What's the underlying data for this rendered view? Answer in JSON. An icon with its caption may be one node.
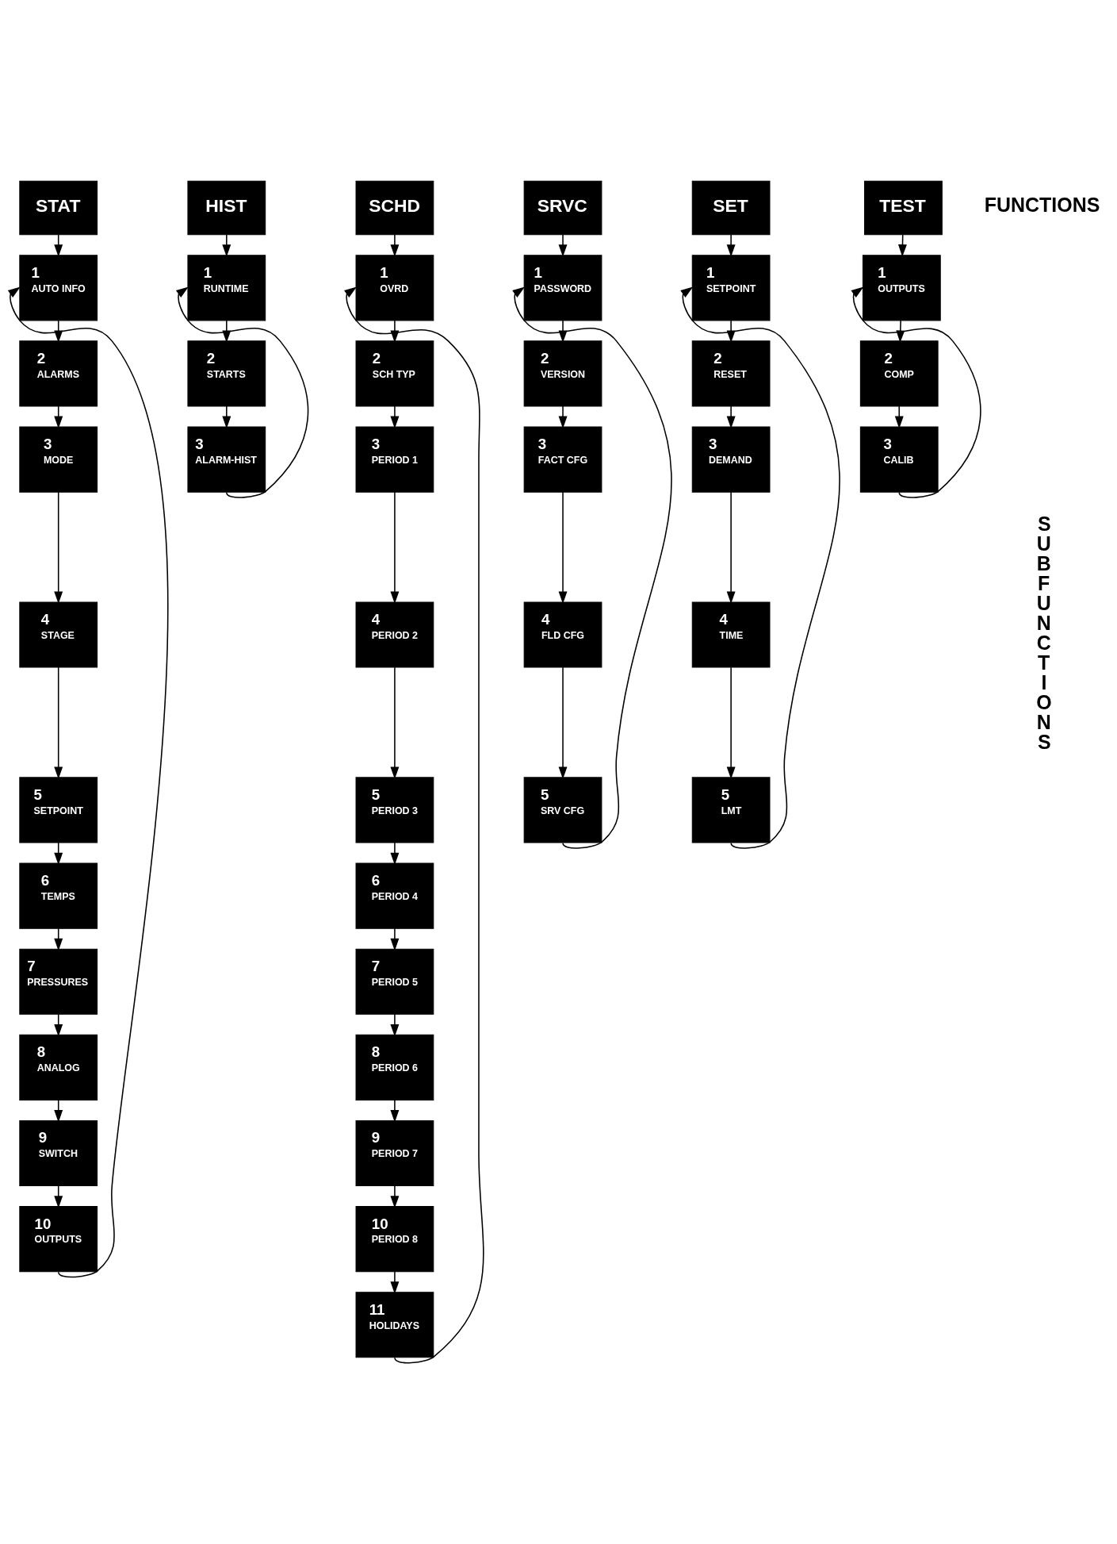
{
  "diagram": {
    "nodes": [
      {
        "text": [
          "STAT"
        ]
      },
      {
        "text": [
          "1",
          "AUTO INFO"
        ]
      },
      {
        "text": [
          "2",
          "ALARMS"
        ]
      },
      {
        "text": [
          "3",
          "MODE"
        ]
      },
      {
        "text": [
          "4",
          "STAGE"
        ]
      },
      {
        "text": [
          "5",
          "SETPOINT"
        ]
      },
      {
        "text": [
          "6",
          "TEMPS"
        ]
      },
      {
        "text": [
          "7",
          "PRESSURES"
        ]
      },
      {
        "text": [
          "8",
          "ANALOG"
        ]
      },
      {
        "text": [
          "9",
          "SWITCH"
        ]
      },
      {
        "text": [
          "10",
          "OUTPUTS"
        ]
      },
      {
        "text": [
          "HIST"
        ]
      },
      {
        "text": [
          "1",
          "RUNTIME"
        ]
      },
      {
        "text": [
          "2",
          "STARTS"
        ]
      },
      {
        "text": [
          "3",
          "ALARM-HIST"
        ]
      },
      {
        "text": [
          "SCHD"
        ]
      },
      {
        "text": [
          "1",
          "OVRD"
        ]
      },
      {
        "text": [
          "2",
          "SCH TYP"
        ]
      },
      {
        "text": [
          "3",
          "PERIOD 1"
        ]
      },
      {
        "text": [
          "4",
          "PERIOD 2"
        ]
      },
      {
        "text": [
          "5",
          "PERIOD 3"
        ]
      },
      {
        "text": [
          "6",
          "PERIOD 4"
        ]
      },
      {
        "text": [
          "7",
          "PERIOD 5"
        ]
      },
      {
        "text": [
          "8",
          "PERIOD 6"
        ]
      },
      {
        "text": [
          "9",
          "PERIOD 7"
        ]
      },
      {
        "text": [
          "10",
          "PERIOD 8"
        ]
      },
      {
        "text": [
          "11",
          "HOLIDAYS"
        ]
      },
      {
        "text": [
          "SRVC"
        ]
      },
      {
        "text": [
          "1",
          "PASSWORD"
        ]
      },
      {
        "text": [
          "2",
          "VERSION"
        ]
      },
      {
        "text": [
          "3",
          "FACT CFG"
        ]
      },
      {
        "text": [
          "4",
          "FLD CFG"
        ]
      },
      {
        "text": [
          "5",
          "SRV CFG"
        ]
      },
      {
        "text": [
          "SET"
        ]
      },
      {
        "text": [
          "1",
          "SETPOINT"
        ]
      },
      {
        "text": [
          "2",
          "RESET"
        ]
      },
      {
        "text": [
          "3",
          "DEMAND"
        ]
      },
      {
        "text": [
          "4",
          "TIME"
        ]
      },
      {
        "text": [
          "5",
          "LMT"
        ]
      },
      {
        "text": [
          "TEST"
        ]
      },
      {
        "text": [
          "1",
          "OUTPUTS"
        ]
      },
      {
        "text": [
          "2",
          "COMP"
        ]
      },
      {
        "text": [
          "3",
          "CALIB"
        ]
      }
    ],
    "edges": [
      {
        "from": 0,
        "to": 1,
        "arrow": "to"
      },
      {
        "from": 1,
        "to": 2,
        "arrow": "to"
      },
      {
        "from": 2,
        "to": 3,
        "arrow": "to"
      },
      {
        "from": 3,
        "to": 4,
        "arrow": "to"
      },
      {
        "from": 4,
        "to": 5,
        "arrow": "to"
      },
      {
        "from": 5,
        "to": 6,
        "arrow": "to"
      },
      {
        "from": 6,
        "to": 7,
        "arrow": "to"
      },
      {
        "from": 7,
        "to": 8,
        "arrow": "to"
      },
      {
        "from": 8,
        "to": 9,
        "arrow": "to"
      },
      {
        "from": 9,
        "to": 10,
        "arrow": "to"
      },
      {
        "from": 10,
        "to": 1,
        "arrow": "to"
      },
      {
        "from": 11,
        "to": 12,
        "arrow": "to"
      },
      {
        "from": 12,
        "to": 13,
        "arrow": "to"
      },
      {
        "from": 13,
        "to": 14,
        "arrow": "to"
      },
      {
        "from": 14,
        "to": 12,
        "arrow": "to"
      },
      {
        "from": 15,
        "to": 16,
        "arrow": "to"
      },
      {
        "from": 16,
        "to": 17,
        "arrow": "to"
      },
      {
        "from": 17,
        "to": 18,
        "arrow": "to"
      },
      {
        "from": 18,
        "to": 19,
        "arrow": "to"
      },
      {
        "from": 19,
        "to": 20,
        "arrow": "to"
      },
      {
        "from": 20,
        "to": 21,
        "arrow": "to"
      },
      {
        "from": 21,
        "to": 22,
        "arrow": "to"
      },
      {
        "from": 22,
        "to": 23,
        "arrow": "to"
      },
      {
        "from": 23,
        "to": 24,
        "arrow": "to"
      },
      {
        "from": 24,
        "to": 25,
        "arrow": "to"
      },
      {
        "from": 25,
        "to": 26,
        "arrow": "to"
      },
      {
        "from": 26,
        "to": 16,
        "arrow": "to"
      },
      {
        "from": 27,
        "to": 28,
        "arrow": "to"
      },
      {
        "from": 28,
        "to": 29,
        "arrow": "to"
      },
      {
        "from": 29,
        "to": 30,
        "arrow": "to"
      },
      {
        "from": 30,
        "to": 31,
        "arrow": "to"
      },
      {
        "from": 31,
        "to": 32,
        "arrow": "to"
      },
      {
        "from": 32,
        "to": 28,
        "arrow": "to"
      },
      {
        "from": 33,
        "to": 34,
        "arrow": "to"
      },
      {
        "from": 34,
        "to": 35,
        "arrow": "to"
      },
      {
        "from": 35,
        "to": 36,
        "arrow": "to"
      },
      {
        "from": 36,
        "to": 37,
        "arrow": "to"
      },
      {
        "from": 37,
        "to": 38,
        "arrow": "to"
      },
      {
        "from": 38,
        "to": 34,
        "arrow": "to"
      },
      {
        "from": 39,
        "to": 40,
        "arrow": "to"
      },
      {
        "from": 40,
        "to": 41,
        "arrow": "to"
      },
      {
        "from": 41,
        "to": 42,
        "arrow": "to"
      },
      {
        "from": 42,
        "to": 40,
        "arrow": "to"
      }
    ],
    "labels": [
      "FUNCTIONS",
      "SUBFUNCTIONS"
    ]
  }
}
